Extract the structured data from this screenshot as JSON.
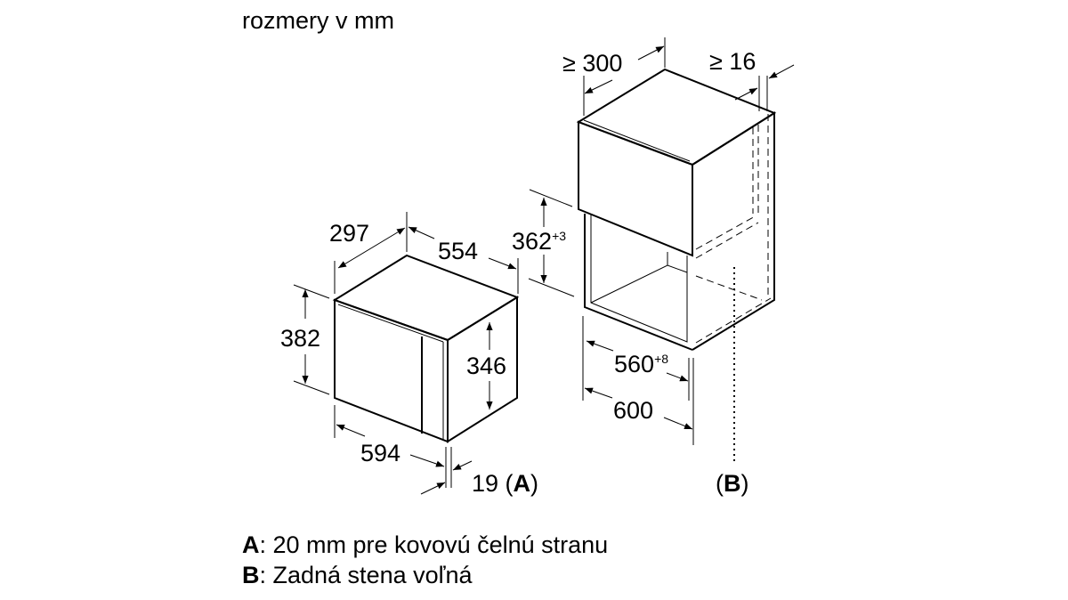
{
  "title": "rozmery v mm",
  "appliance": {
    "depth": "297",
    "width_top": "554",
    "height": "382",
    "inner_height": "346",
    "width": "594",
    "front_offset": "19",
    "front_offset_ref": "A"
  },
  "niche": {
    "depth": "≥ 300",
    "rear_gap": "≥ 16",
    "height": "362",
    "height_tolerance": "+3",
    "width": "560",
    "width_tolerance": "+8",
    "outer_width": "600",
    "rear_ref": "B"
  },
  "legend": [
    {
      "key": "A",
      "text": ": 20 mm pre kovovú čelnú stranu"
    },
    {
      "key": "B",
      "text": ": Zadná stena voľná"
    }
  ]
}
